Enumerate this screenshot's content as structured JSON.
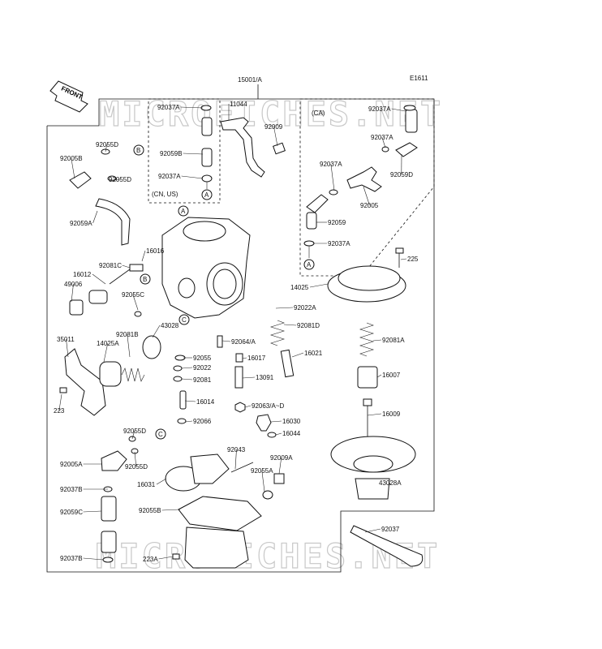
{
  "diagram_code": "E1611",
  "assembly_label": "15001/A",
  "front_label": "FRONT",
  "watermark": "MICROFICHES.NET",
  "region_labels": {
    "cn_us": "(CN, US)",
    "ca": "(CA)"
  },
  "markers": {
    "a": "A",
    "b": "B",
    "c": "C"
  },
  "callouts": [
    "11044",
    "92009",
    "92037A",
    "92059B",
    "92037A",
    "92037A",
    "92037A",
    "92059D",
    "92037A",
    "92005",
    "92059",
    "92037A",
    "225",
    "92055D",
    "92005B",
    "92055D",
    "92059A",
    "16016",
    "92081C",
    "16012",
    "49006",
    "92055C",
    "14025",
    "92022A",
    "92081D",
    "43028",
    "35011",
    "92081B",
    "14025A",
    "92064/A",
    "92055",
    "16017",
    "92022",
    "92081",
    "16021",
    "92081A",
    "13091",
    "16007",
    "16014",
    "92063/A~D",
    "223",
    "16009",
    "92066",
    "16030",
    "16044",
    "92055D",
    "92043",
    "92009A",
    "92005A",
    "92055D",
    "92055A",
    "16031",
    "43028A",
    "92037B",
    "92055B",
    "92059C",
    "92037",
    "223A",
    "92037B"
  ]
}
